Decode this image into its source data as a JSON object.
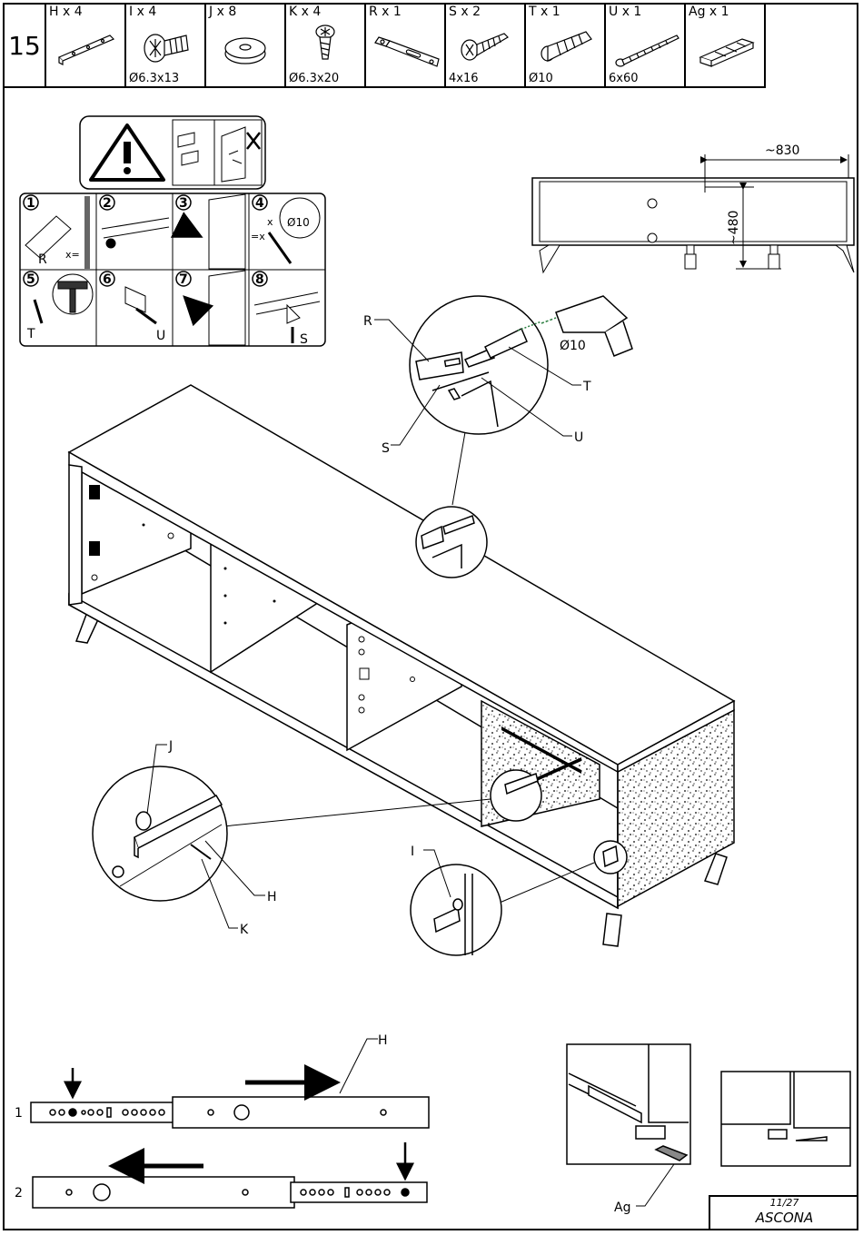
{
  "step_number": "15",
  "parts": [
    {
      "qty": "H x 4",
      "size": "",
      "icon": "slide-rail-icon"
    },
    {
      "qty": "I x 4",
      "size": "Ø6.3x13",
      "icon": "euro-screw-icon"
    },
    {
      "qty": "J x 8",
      "size": "",
      "icon": "washer-icon"
    },
    {
      "qty": "K x 4",
      "size": "Ø6.3x20",
      "icon": "screw-icon"
    },
    {
      "qty": "R x 1",
      "size": "",
      "icon": "wall-bracket-icon"
    },
    {
      "qty": "S x 2",
      "size": "4x16",
      "icon": "wood-screw-icon"
    },
    {
      "qty": "T x 1",
      "size": "Ø10",
      "icon": "wall-plug-icon"
    },
    {
      "qty": "U x 1",
      "size": "6x60",
      "icon": "long-screw-icon"
    },
    {
      "qty": "Ag x 1",
      "size": "",
      "icon": "shims-icon"
    }
  ],
  "wall_steps": [
    "1",
    "2",
    "3",
    "4",
    "5",
    "6",
    "7",
    "8"
  ],
  "wall_step_labels": {
    "r": "R",
    "x_eq": "x=",
    "eq_x": "=x",
    "x": "x",
    "d10": "Ø10",
    "t": "T",
    "u": "U",
    "s": "S"
  },
  "dimensions": {
    "width": "~830",
    "height": "~480"
  },
  "callouts": {
    "r": "R",
    "t": "T",
    "u": "U",
    "s": "S",
    "drill_size": "Ø10",
    "j": "J",
    "h": "H",
    "k": "K",
    "i": "I",
    "ag": "Ag"
  },
  "rail_steps": [
    "1",
    "2"
  ],
  "footer": {
    "page": "11/27",
    "name": "ASCONA"
  }
}
